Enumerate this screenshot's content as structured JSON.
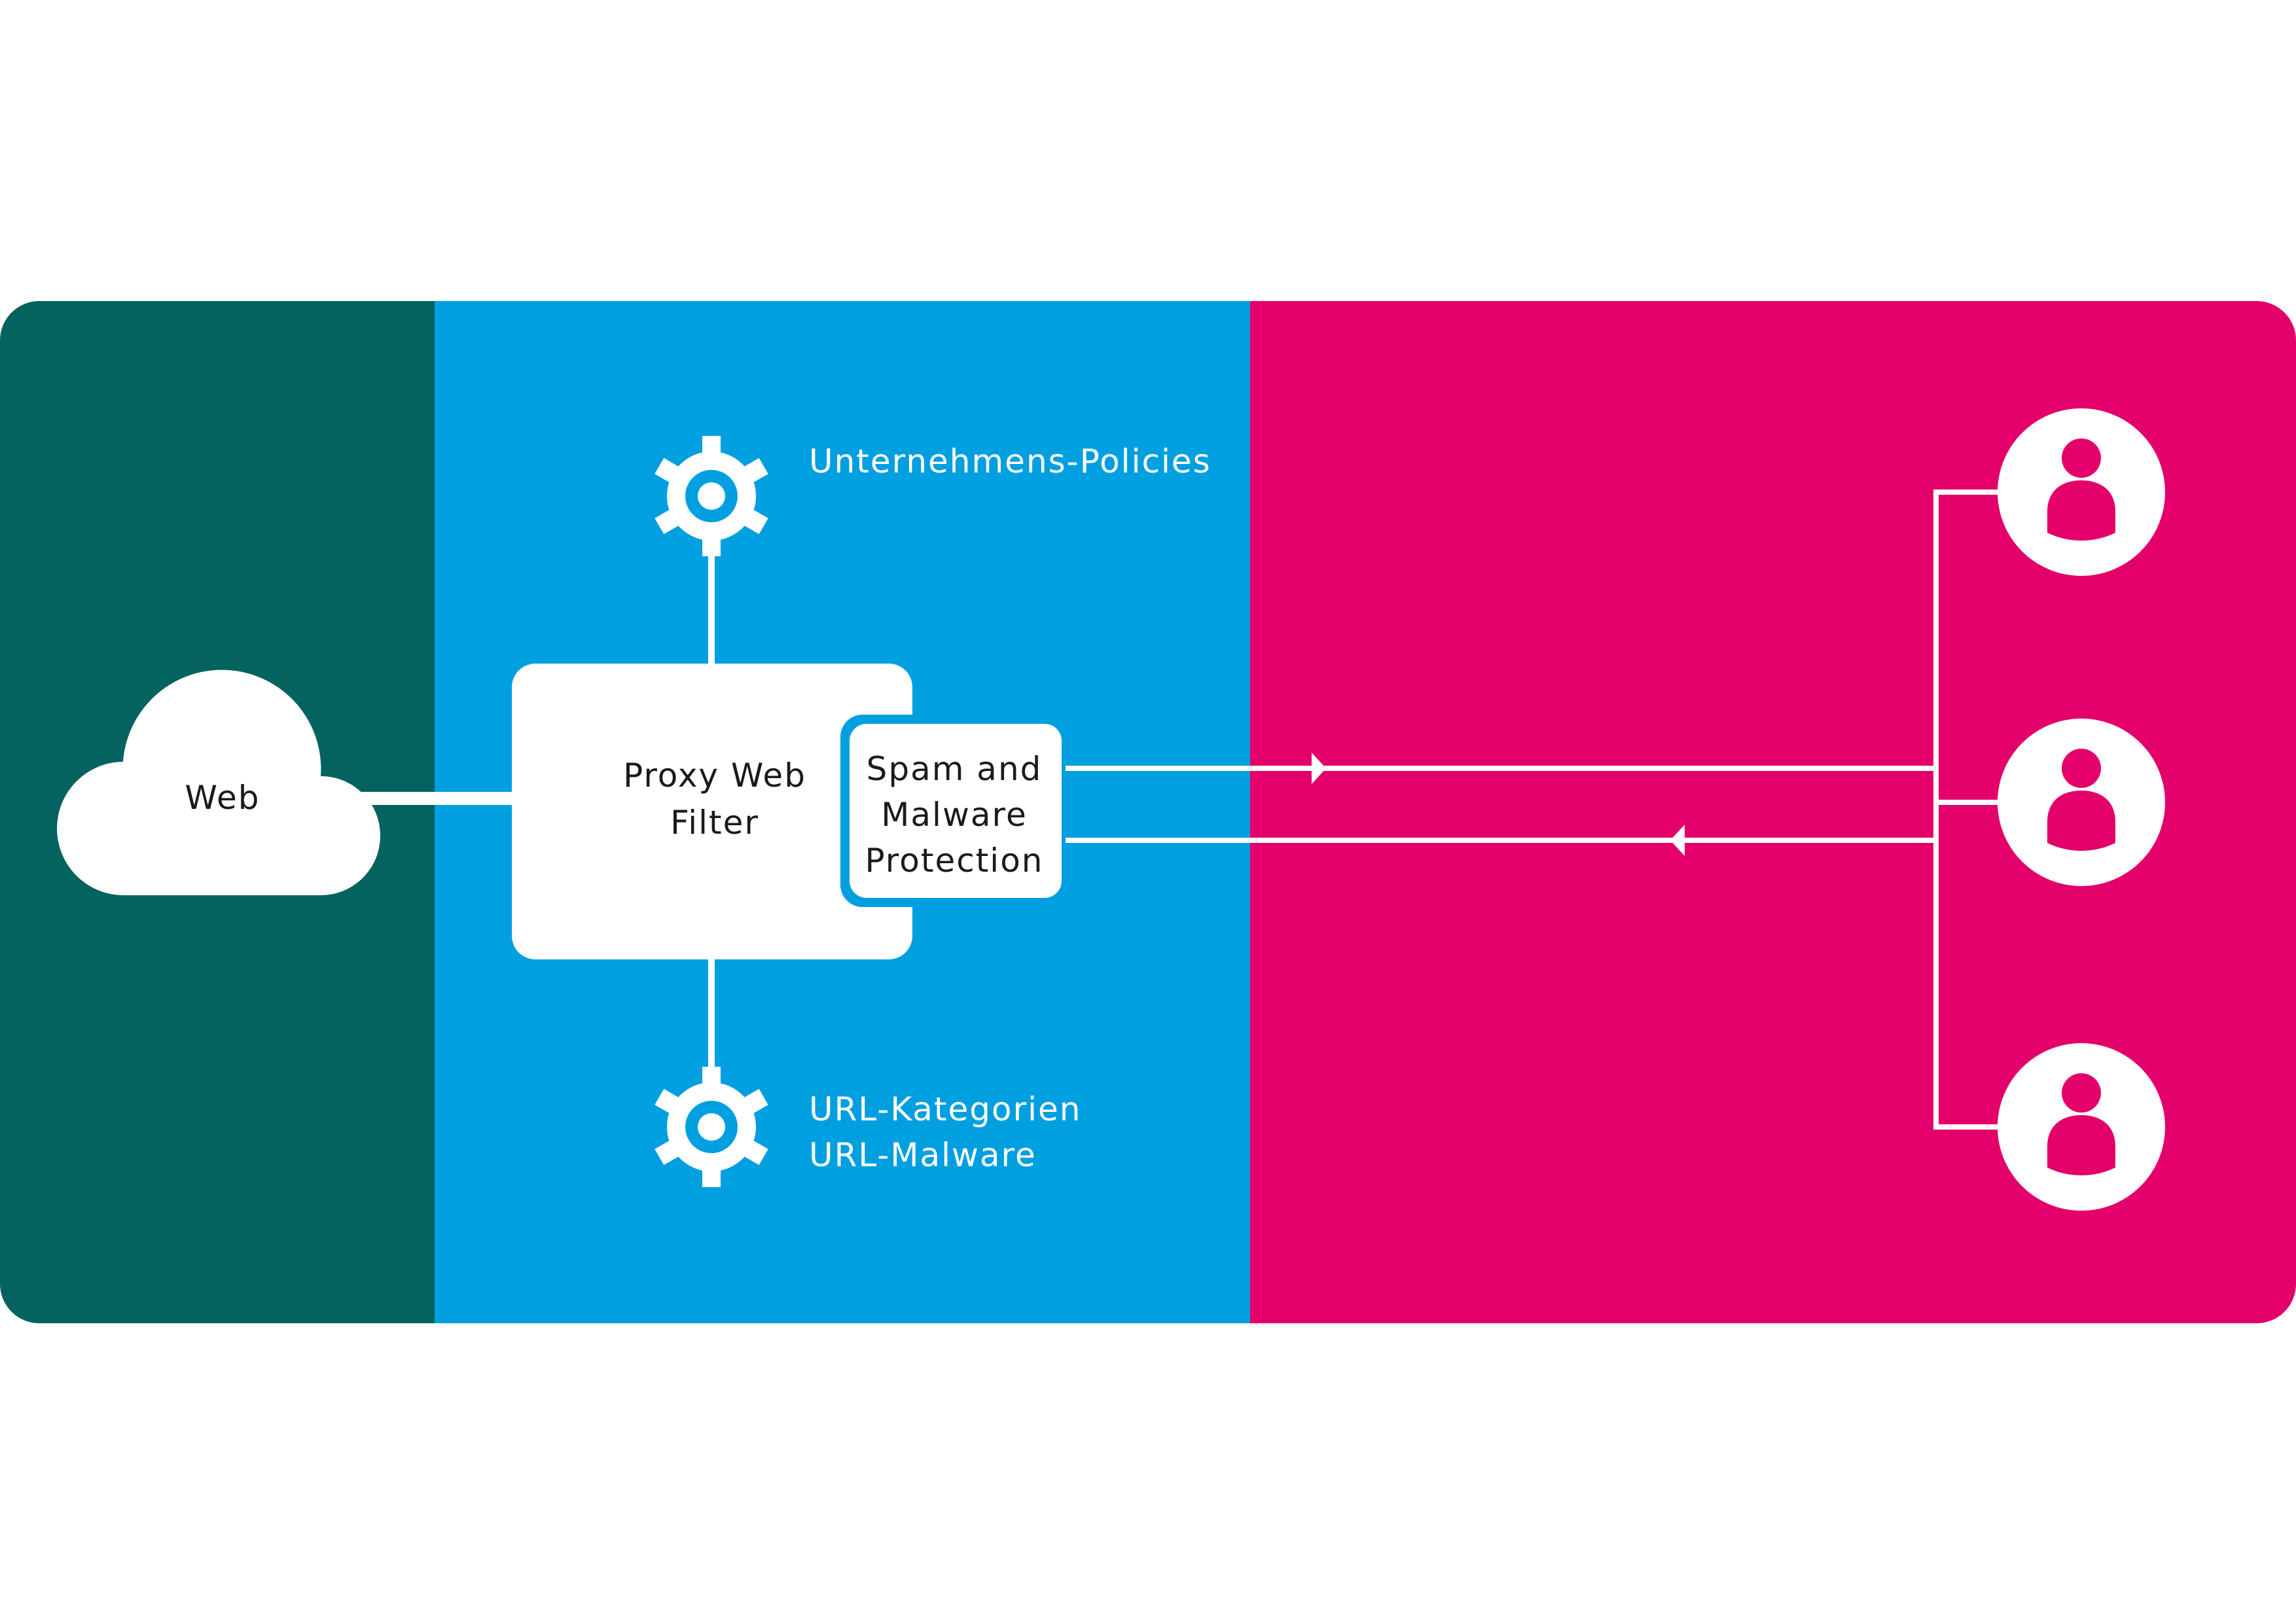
{
  "colors": {
    "internet_zone": "#05635f",
    "proxy_zone": "#009fe0",
    "client_zone": "#e4006a",
    "foreground": "#ffffff",
    "text_dark": "#1a1a1a"
  },
  "nodes": {
    "web": {
      "label": "Web",
      "icon": "cloud-icon"
    },
    "proxy": {
      "label_line1": "Proxy Web",
      "label_line2": "Filter"
    },
    "spam": {
      "label_line1": "Spam and",
      "label_line2": "Malware",
      "label_line3": "Protection"
    },
    "policies": {
      "label": "Unternehmens-Policies",
      "icon": "gear-icon"
    },
    "url": {
      "label_line1": "URL-Kategorien",
      "label_line2": "URL-Malware",
      "icon": "gear-icon"
    },
    "users": [
      {
        "icon": "user-icon"
      },
      {
        "icon": "user-icon"
      },
      {
        "icon": "user-icon"
      }
    ]
  }
}
